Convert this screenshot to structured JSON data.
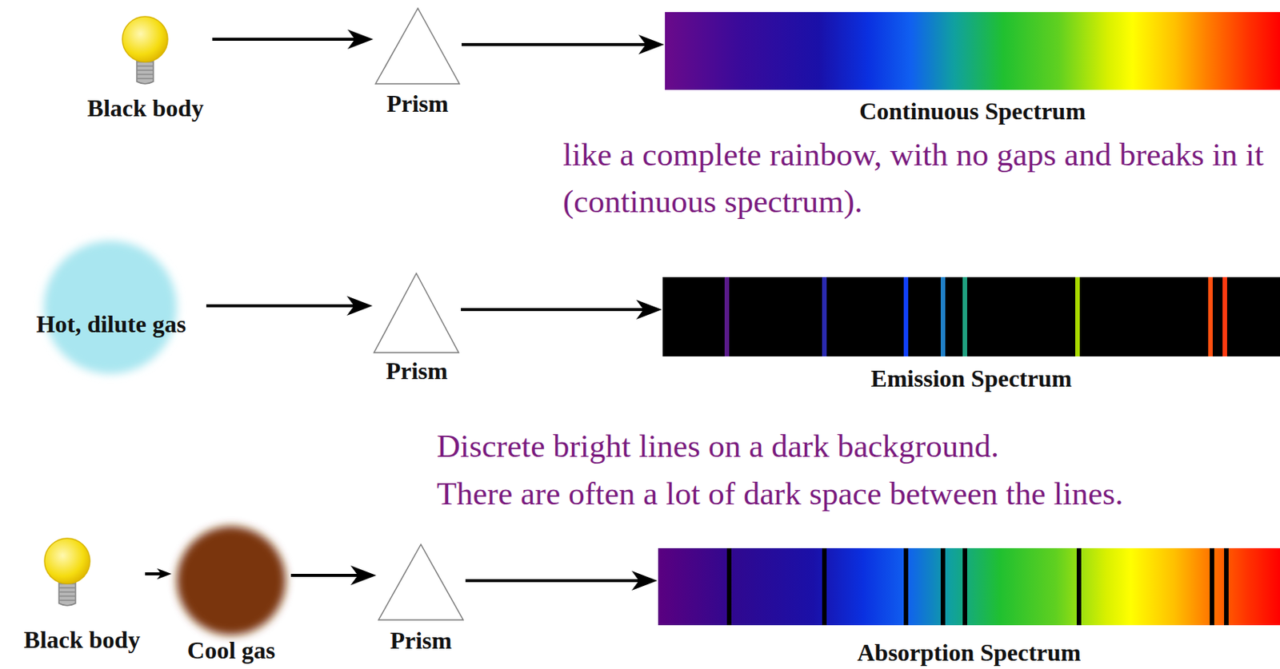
{
  "diagram": {
    "nodes": [
      {
        "text": [
          "Black body"
        ]
      },
      {
        "text": [
          "Prism"
        ]
      },
      {
        "text": [
          "Continuous Spectrum"
        ]
      },
      {
        "text": [
          "Hot, dilute gas"
        ]
      },
      {
        "text": [
          "Prism"
        ]
      },
      {
        "text": [
          "Emission Spectrum"
        ]
      },
      {
        "text": [
          "Black body"
        ]
      },
      {
        "text": [
          "Cool gas"
        ]
      },
      {
        "text": [
          "Prism"
        ]
      },
      {
        "text": [
          "Absorption Spectrum"
        ]
      }
    ],
    "edges": [
      {
        "from": 0,
        "to": 1,
        "arrow": "to"
      },
      {
        "from": 1,
        "to": 2,
        "arrow": "to"
      },
      {
        "from": 3,
        "to": 4,
        "arrow": "to"
      },
      {
        "from": 4,
        "to": 5,
        "arrow": "to"
      },
      {
        "from": 6,
        "to": 7,
        "arrow": "to"
      },
      {
        "from": 7,
        "to": 8,
        "arrow": "to"
      },
      {
        "from": 8,
        "to": 9,
        "arrow": "to"
      }
    ],
    "labels": [
      "like a complete rainbow, with no gaps and breaks in it (continuous spectrum).",
      "Discrete bright lines on a dark background.",
      "There are often a lot of dark space between the lines."
    ]
  }
}
